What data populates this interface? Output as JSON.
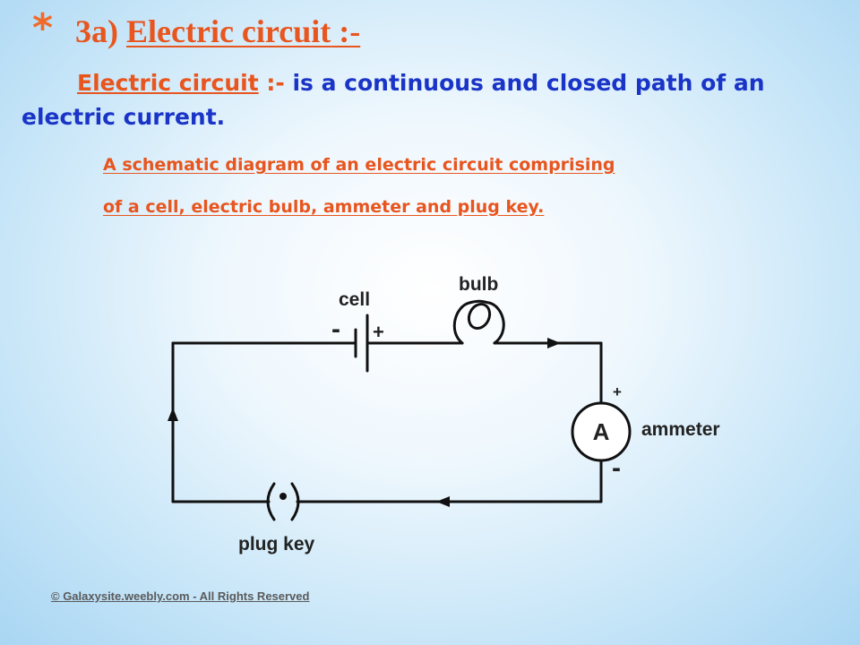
{
  "header": {
    "bullet": "*",
    "title_prefix": "3a) ",
    "title_term": "Electric circuit",
    "title_suffix": " :-"
  },
  "definition": {
    "term": "Electric circuit",
    "separator": " :-",
    "text": "  is a continuous and closed path of an electric current."
  },
  "caption": {
    "line1": "A schematic diagram of an electric circuit comprising",
    "line2": "of a cell, electric bulb, ammeter and plug key."
  },
  "diagram": {
    "labels": {
      "cell": "cell",
      "bulb": "bulb",
      "ammeter": "ammeter",
      "plug_key": "plug key",
      "ammeter_symbol": "A",
      "cell_negative": "-",
      "cell_positive": "+",
      "ammeter_positive": "+",
      "ammeter_negative": "-"
    }
  },
  "footer": {
    "copyright": "© Galaxysite.weebly.com - All Rights Reserved"
  }
}
